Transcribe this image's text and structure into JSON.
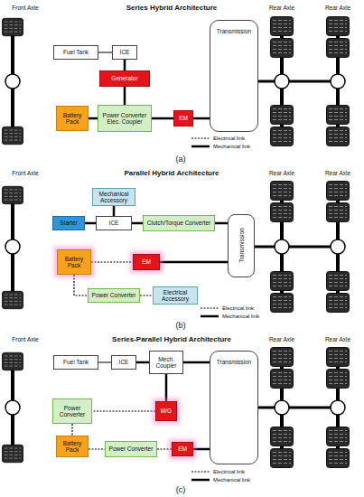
{
  "diagram": {
    "nodes": [
      {
        "text": [
          "Fuel Tank"
        ]
      },
      {
        "text": [
          "ICE"
        ]
      },
      {
        "text": [
          "Generator"
        ]
      },
      {
        "text": [
          "Battery Pack"
        ]
      },
      {
        "text": [
          "Power Converter Elec. Coupler"
        ]
      },
      {
        "text": [
          "EM"
        ]
      },
      {
        "text": [
          "Transmission"
        ]
      },
      {
        "text": [
          "Mechanical Accessory"
        ]
      },
      {
        "text": [
          "Starter"
        ]
      },
      {
        "text": [
          "ICE"
        ]
      },
      {
        "text": [
          "Clutch/Torque Converter"
        ]
      },
      {
        "text": [
          "Transmission"
        ]
      },
      {
        "text": [
          "Battery Pack"
        ]
      },
      {
        "text": [
          "EM"
        ]
      },
      {
        "text": [
          "Power Converter"
        ]
      },
      {
        "text": [
          "Electrical Accessory"
        ]
      },
      {
        "text": [
          "Fuel Tank"
        ]
      },
      {
        "text": [
          "ICE"
        ]
      },
      {
        "text": [
          "Mech. Coupler"
        ]
      },
      {
        "text": [
          "Transmission"
        ]
      },
      {
        "text": [
          "Power Converter"
        ]
      },
      {
        "text": [
          "M/G"
        ]
      },
      {
        "text": [
          "Battery Pack"
        ]
      },
      {
        "text": [
          "Power Converter"
        ]
      },
      {
        "text": [
          "EM"
        ]
      }
    ],
    "edges": [
      {
        "from": 0,
        "to": 1,
        "arrow": "none"
      },
      {
        "from": 1,
        "to": 2,
        "arrow": "none"
      },
      {
        "from": 2,
        "to": 4,
        "arrow": "none"
      },
      {
        "from": 3,
        "to": 4,
        "arrow": "none"
      },
      {
        "from": 4,
        "to": 5,
        "arrow": "none"
      },
      {
        "from": 5,
        "to": 6,
        "arrow": "none"
      },
      {
        "from": 7,
        "to": 9,
        "arrow": "none"
      },
      {
        "from": 8,
        "to": 9,
        "arrow": "none"
      },
      {
        "from": 9,
        "to": 10,
        "arrow": "none"
      },
      {
        "from": 10,
        "to": 11,
        "arrow": "none"
      },
      {
        "from": 13,
        "to": 11,
        "arrow": "none"
      },
      {
        "from": 12,
        "to": 13,
        "arrow": "none"
      },
      {
        "from": 12,
        "to": 14,
        "arrow": "none"
      },
      {
        "from": 14,
        "to": 15,
        "arrow": "none"
      },
      {
        "from": 16,
        "to": 17,
        "arrow": "none"
      },
      {
        "from": 17,
        "to": 18,
        "arrow": "none"
      },
      {
        "from": 18,
        "to": 19,
        "arrow": "none"
      },
      {
        "from": 18,
        "to": 21,
        "arrow": "none"
      },
      {
        "from": 21,
        "to": 20,
        "arrow": "none"
      },
      {
        "from": 20,
        "to": 22,
        "arrow": "none"
      },
      {
        "from": 22,
        "to": 23,
        "arrow": "none"
      },
      {
        "from": 23,
        "to": 24,
        "arrow": "none"
      },
      {
        "from": 24,
        "to": 19,
        "arrow": "none"
      }
    ],
    "labels": [
      "Front Axle",
      "Series Hybrid Architecture",
      "Rear Axle",
      "Rear Axle",
      "(a)",
      "Front Axle",
      "Parallel Hybrid Architecture",
      "Rear Axle",
      "Rear Axle",
      "(b)",
      "Front Axle",
      "Series-Parallel Hybrid Architecture",
      "Rear Axle",
      "Rear Axle",
      "(c)"
    ],
    "legend": [
      {
        "text": "Electrical link"
      },
      {
        "text": "Mechanical link"
      },
      {
        "text": "Electrical link"
      },
      {
        "text": "Mechanical link"
      },
      {
        "text": "Electrical link"
      },
      {
        "text": "Mechanical link"
      }
    ]
  }
}
